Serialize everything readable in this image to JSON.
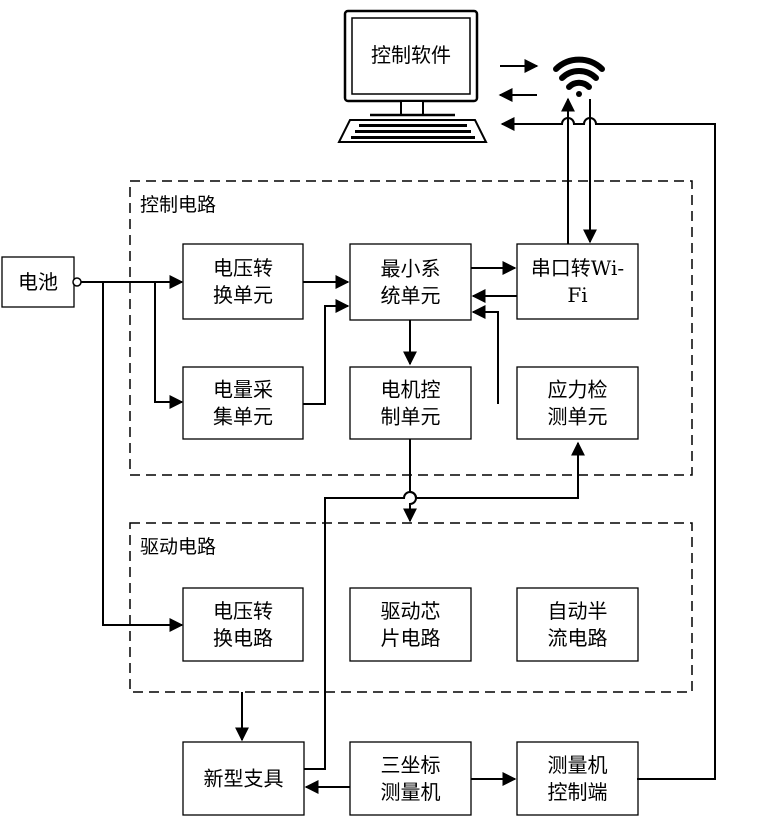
{
  "computer": {
    "screen_label": "控制软件"
  },
  "groups": {
    "control": "控制电路",
    "drive": "驱动电路"
  },
  "blocks": {
    "battery": [
      "电池"
    ],
    "voltage_conv": [
      "电压转",
      "换单元"
    ],
    "min_system": [
      "最小系",
      "统单元"
    ],
    "serial_wifi": [
      "串口转Wi-",
      "Fi"
    ],
    "power_collect": [
      "电量采",
      "集单元"
    ],
    "motor_ctrl": [
      "电机控",
      "制单元"
    ],
    "stress_detect": [
      "应力检",
      "测单元"
    ],
    "voltage_conv_circuit": [
      "电压转",
      "换电路"
    ],
    "driver_chip": [
      "驱动芯",
      "片电路"
    ],
    "auto_half_current": [
      "自动半",
      "流电路"
    ],
    "new_support": [
      "新型支具"
    ],
    "cmm": [
      "三坐标",
      "测量机"
    ],
    "cmm_ctrl": [
      "测量机",
      "控制端"
    ]
  }
}
